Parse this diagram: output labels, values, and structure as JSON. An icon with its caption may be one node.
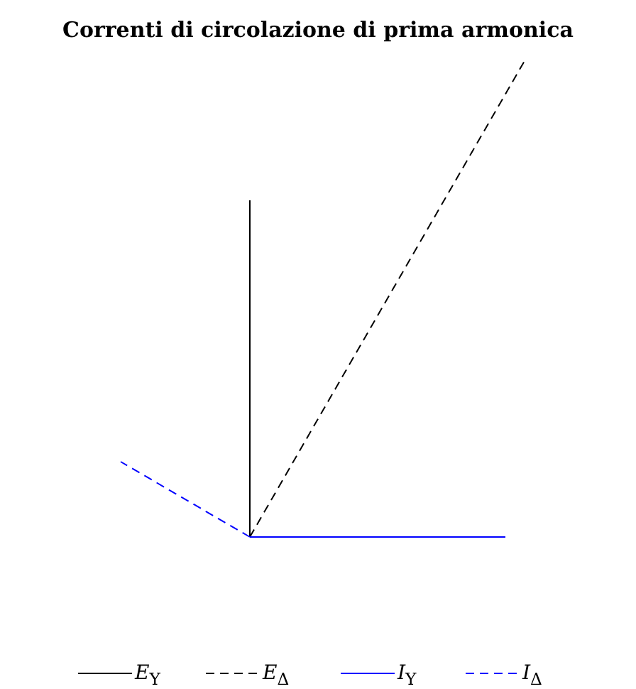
{
  "diagram": {
    "title": "Correnti di circolazione di prima armonica",
    "legend": [
      {
        "text": "*E*$_{Y}$"
      },
      {
        "text": "*E*$_{Δ}$"
      },
      {
        "text": "*I*$_{Y}$"
      },
      {
        "text": "*I*$_{Δ}$"
      }
    ]
  }
}
